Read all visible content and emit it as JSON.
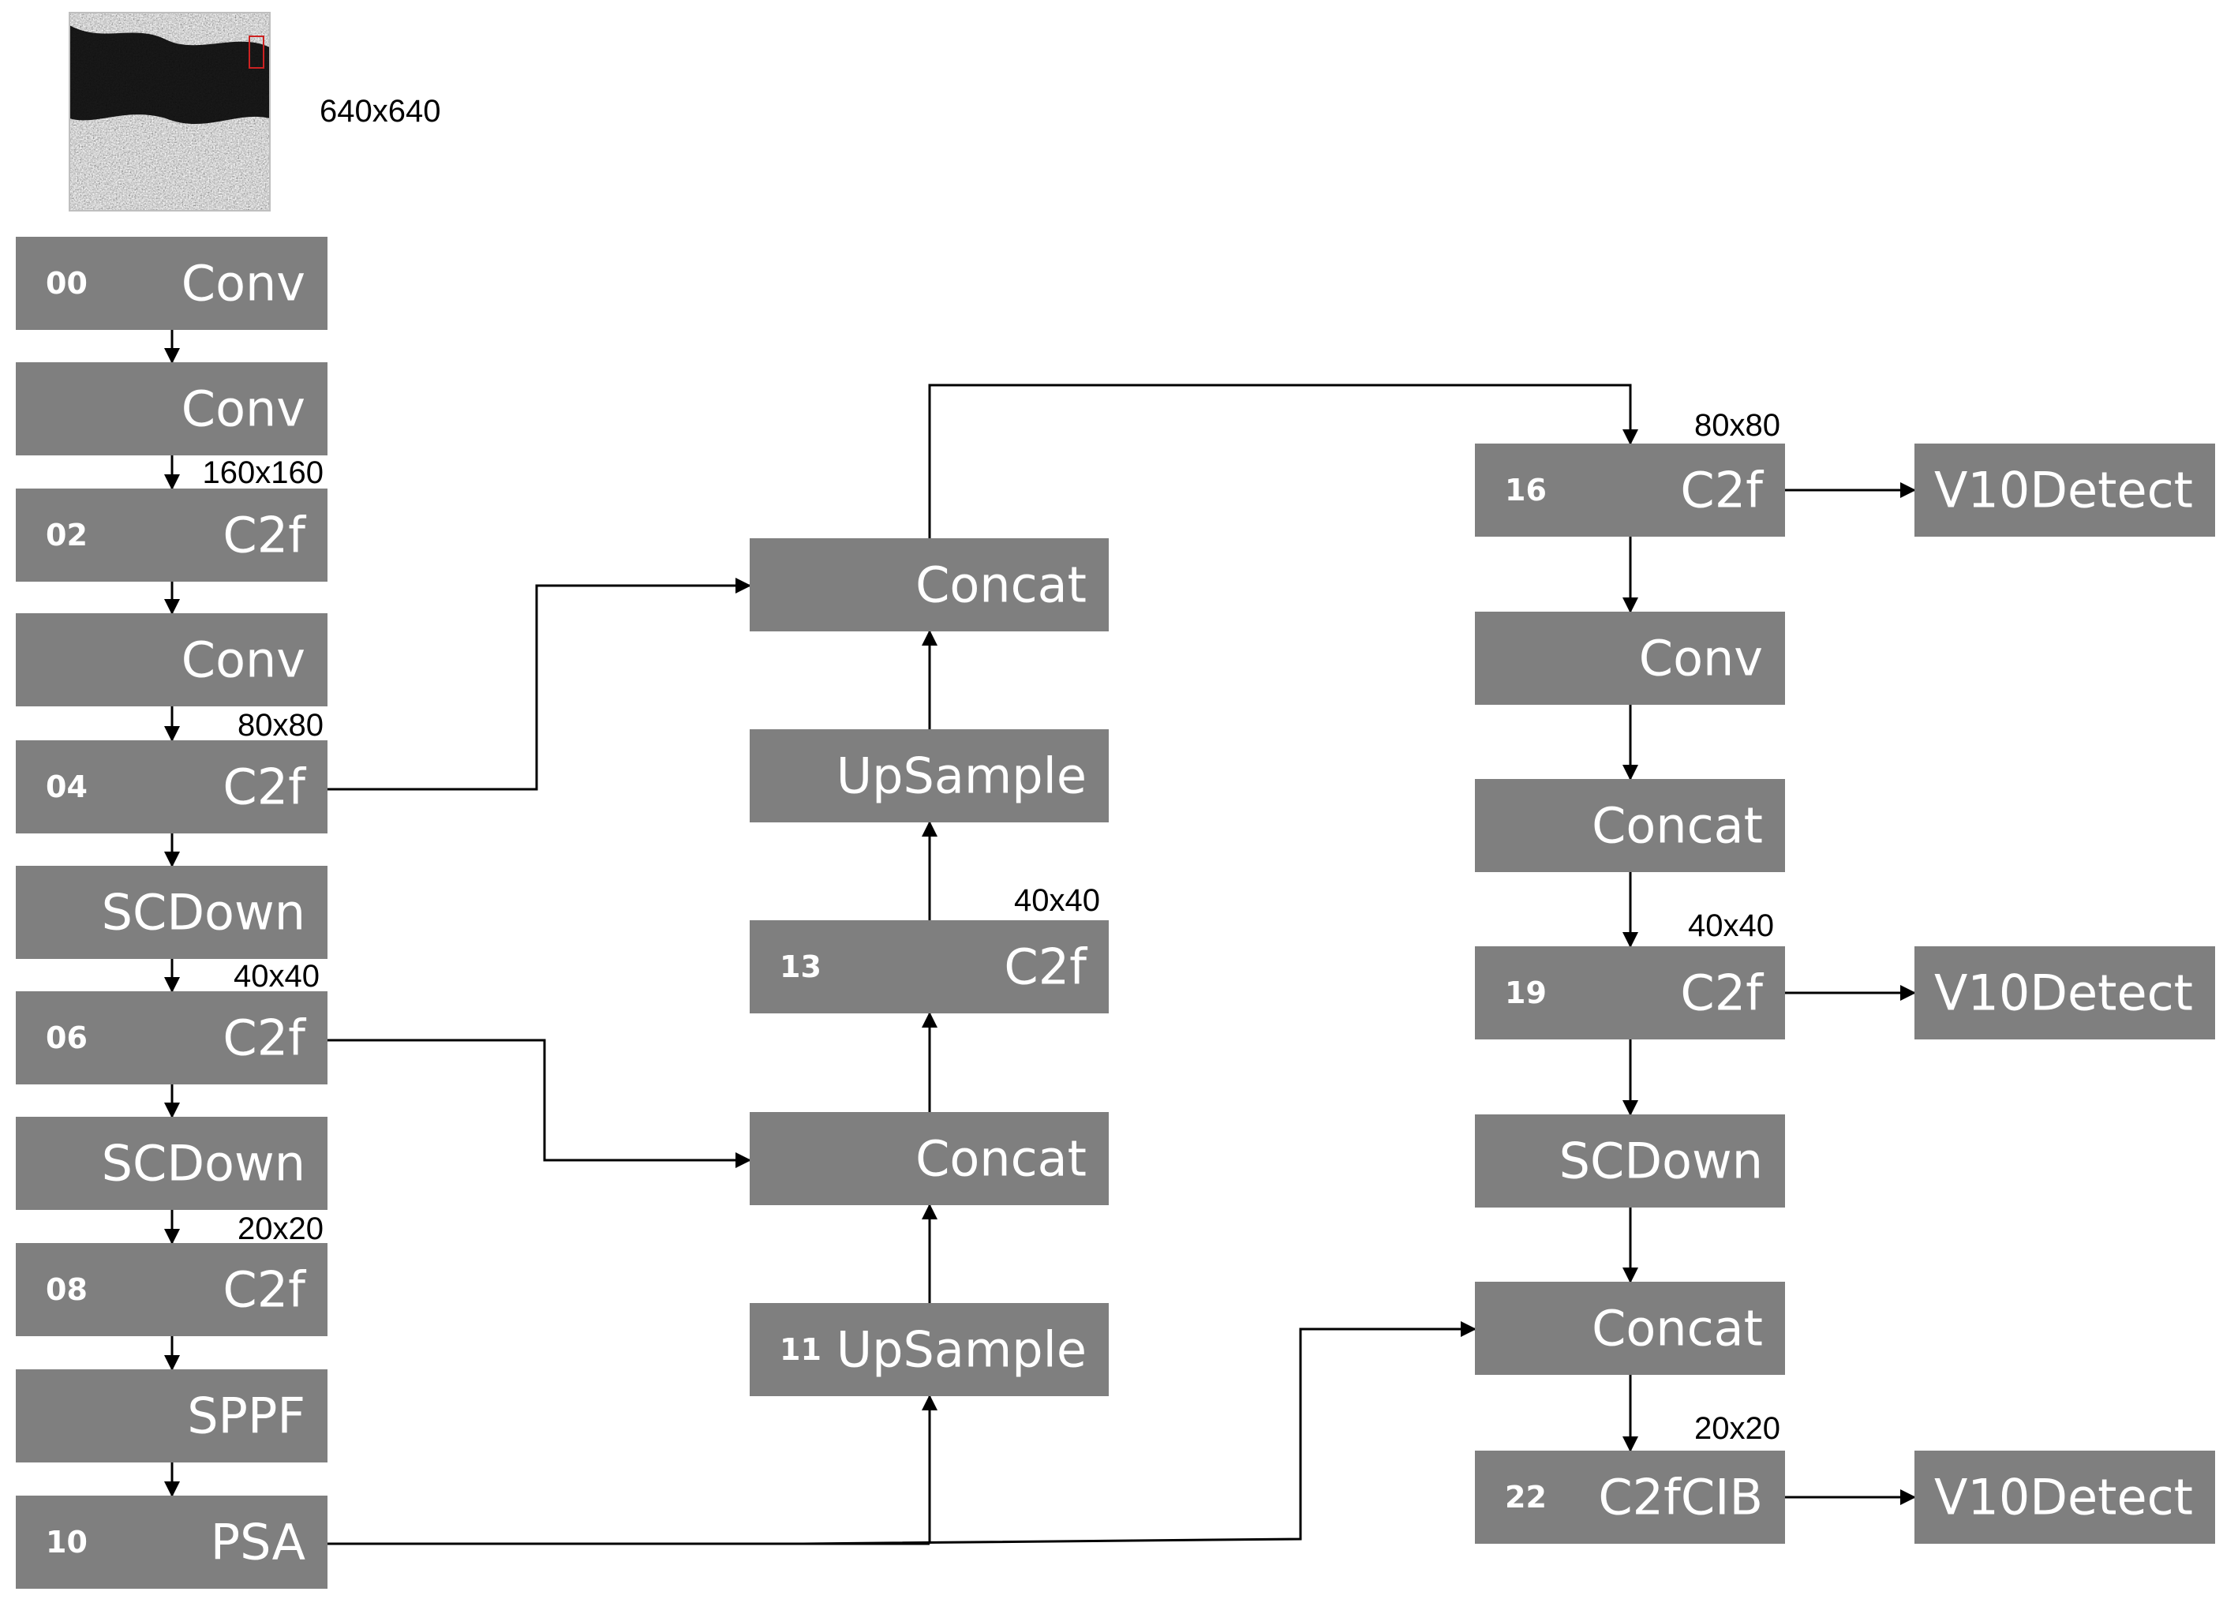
{
  "input": {
    "size": "640x640"
  },
  "blocks": [
    {
      "id": "b00",
      "index": "00",
      "name": "Conv"
    },
    {
      "id": "b01",
      "index": "",
      "name": "Conv"
    },
    {
      "id": "b02",
      "index": "02",
      "name": "C2f"
    },
    {
      "id": "b03",
      "index": "",
      "name": "Conv"
    },
    {
      "id": "b04",
      "index": "04",
      "name": "C2f"
    },
    {
      "id": "b05",
      "index": "",
      "name": "SCDown"
    },
    {
      "id": "b06",
      "index": "06",
      "name": "C2f"
    },
    {
      "id": "b07",
      "index": "",
      "name": "SCDown"
    },
    {
      "id": "b08",
      "index": "08",
      "name": "C2f"
    },
    {
      "id": "b09",
      "index": "",
      "name": "SPPF"
    },
    {
      "id": "b10",
      "index": "10",
      "name": "PSA"
    },
    {
      "id": "b11",
      "index": "11",
      "name": "UpSample"
    },
    {
      "id": "b12",
      "index": "",
      "name": "Concat"
    },
    {
      "id": "b13",
      "index": "13",
      "name": "C2f"
    },
    {
      "id": "b14",
      "index": "",
      "name": "UpSample"
    },
    {
      "id": "b15",
      "index": "",
      "name": "Concat"
    },
    {
      "id": "b16",
      "index": "16",
      "name": "C2f"
    },
    {
      "id": "b17",
      "index": "",
      "name": "Conv"
    },
    {
      "id": "b18",
      "index": "",
      "name": "Concat"
    },
    {
      "id": "b19",
      "index": "19",
      "name": "C2f"
    },
    {
      "id": "b20",
      "index": "",
      "name": "SCDown"
    },
    {
      "id": "b21",
      "index": "",
      "name": "Concat"
    },
    {
      "id": "b22",
      "index": "22",
      "name": "C2fCIB"
    },
    {
      "id": "d16",
      "index": "",
      "name": "V10Detect"
    },
    {
      "id": "d19",
      "index": "",
      "name": "V10Detect"
    },
    {
      "id": "d22",
      "index": "",
      "name": "V10Detect"
    }
  ],
  "dims": [
    {
      "id": "dim-02",
      "text": "160x160"
    },
    {
      "id": "dim-04",
      "text": "80x80"
    },
    {
      "id": "dim-06",
      "text": "40x40"
    },
    {
      "id": "dim-08",
      "text": "20x20"
    },
    {
      "id": "dim-13",
      "text": "40x40"
    },
    {
      "id": "dim-16",
      "text": "80x80"
    },
    {
      "id": "dim-19",
      "text": "40x40"
    },
    {
      "id": "dim-22",
      "text": "20x20"
    }
  ]
}
